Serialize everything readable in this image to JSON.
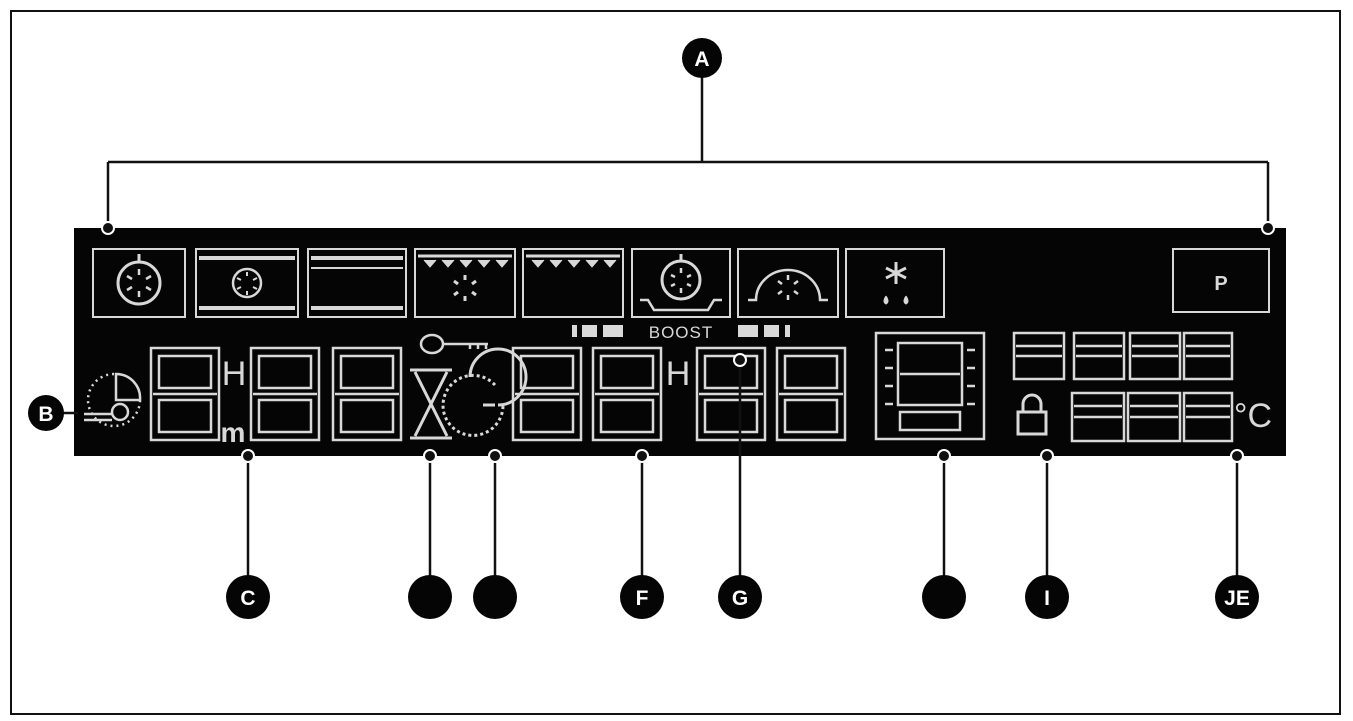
{
  "colors": {
    "panel": "#050505",
    "segment": "#d8d8d8",
    "callout": "#050505",
    "line": "#111111"
  },
  "callouts": [
    {
      "id": "A",
      "label": "A"
    },
    {
      "id": "B",
      "label": "B"
    },
    {
      "id": "C",
      "label": "C"
    },
    {
      "id": "D",
      "label": ""
    },
    {
      "id": "E",
      "label": ""
    },
    {
      "id": "F",
      "label": "F"
    },
    {
      "id": "G",
      "label": "G"
    },
    {
      "id": "H",
      "label": ""
    },
    {
      "id": "I",
      "label": "I"
    },
    {
      "id": "J",
      "label": "JE"
    }
  ],
  "display": {
    "program_key_label": "P",
    "boost_label": "BOOST",
    "hours_label_left": "H",
    "minutes_label": "m",
    "hours_label_right": "H",
    "temperature_unit": "°C"
  },
  "icons": [
    "fan-heating-icon",
    "top-bottom-fan-icon",
    "top-bottom-heat-icon",
    "grill-fan-icon",
    "grill-icon",
    "bottom-fan-icon",
    "dome-fan-icon",
    "defrost-icon",
    "clock-icon",
    "hourglass-icon",
    "key-icon",
    "end-time-icon",
    "oven-shelf-icon",
    "lock-icon"
  ]
}
